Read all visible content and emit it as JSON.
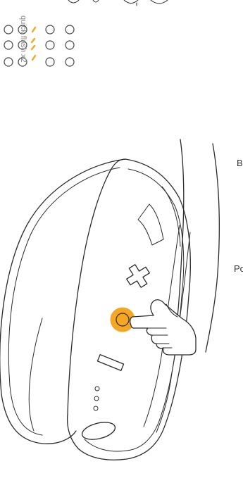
{
  "led_pattern": {
    "caption": "quick flash x2",
    "dash_color": "#F5A623"
  },
  "callouts": {
    "b_label": "B",
    "po_label": "Po"
  },
  "accent_color": "#F5A623",
  "icons": [
    "plus-button-icon",
    "minus-button-icon",
    "power-button-icon",
    "pointing-hand-icon",
    "led-indicator-icon"
  ]
}
